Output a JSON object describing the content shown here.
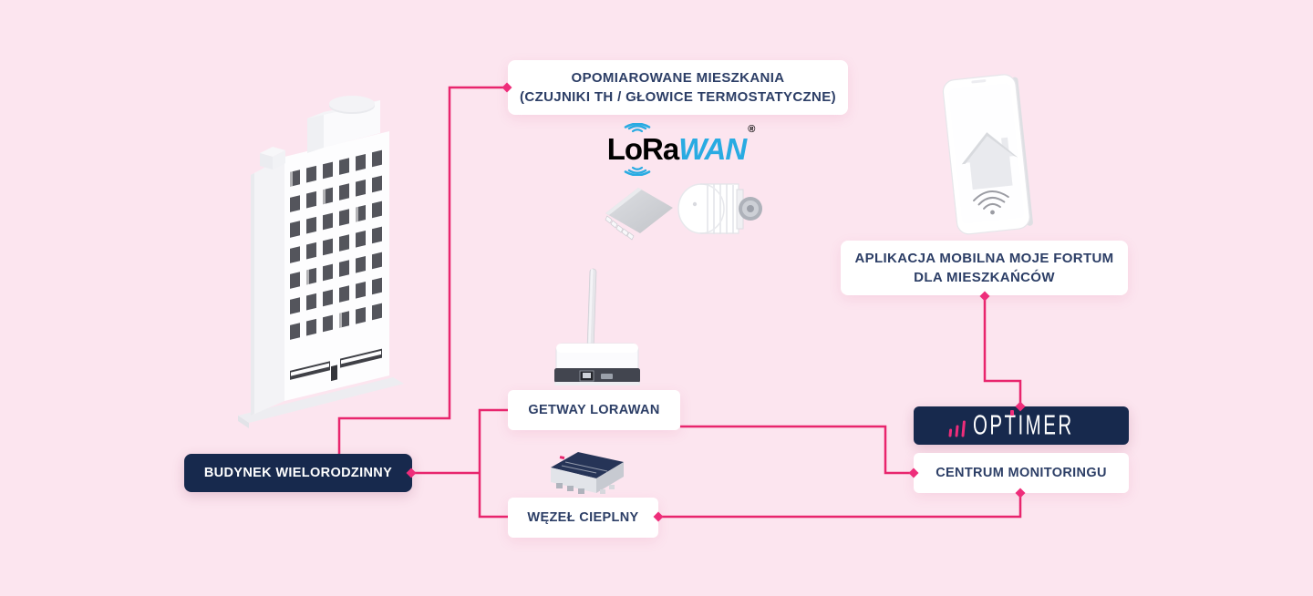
{
  "app": {
    "bg_color": "#fce5ef",
    "accent_line_color": "#e8256d",
    "diamond_color": "#ee2d7a",
    "navy_color": "#17294d",
    "box_text_color": "#2c3e66",
    "lorawan_blue": "#29abe2"
  },
  "boxes": {
    "metered_apartments": {
      "line1": "OPOMIAROWANE MIESZKANIA",
      "line2": "(CZUJNIKI TH / GŁOWICE TERMOSTATYCZNE)"
    },
    "building": {
      "label": "BUDYNEK WIELORODZINNY"
    },
    "gateway": {
      "label": "GETWAY LORAWAN"
    },
    "heat_node": {
      "label": "WĘZEŁ CIEPLNY"
    },
    "mobile_app": {
      "line1": "APLIKACJA MOBILNA MOJE FORTUM",
      "line2": "DLA MIESZKAŃCÓW"
    },
    "monitoring_center": {
      "label": "CENTRUM MONITORINGU"
    }
  },
  "logos": {
    "lorawan": {
      "black_part": "LoRa",
      "blue_part": "WAN",
      "registered_mark": "®"
    },
    "optimer": {
      "name": "OPTIMER"
    }
  },
  "illustrations": {
    "building": "apartment-building",
    "gateway_device": "lorawan-gateway-router",
    "sensor": "th-sensor-module",
    "thermostatic_head": "thermostatic-radiator-head",
    "heat_node_device": "heat-node-controller",
    "phone": "smartphone-with-app"
  }
}
